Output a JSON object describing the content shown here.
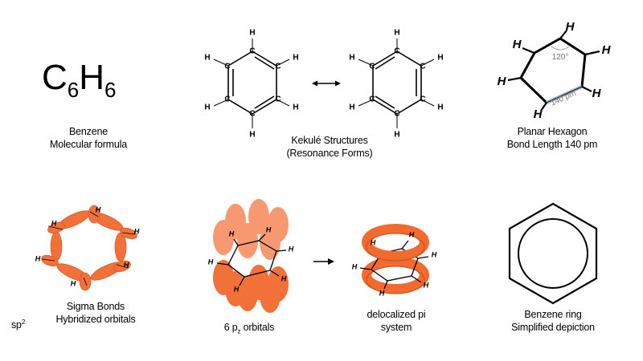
{
  "formula": {
    "c": "C",
    "c_sub": "6",
    "h": "H",
    "h_sub": "6"
  },
  "captions": {
    "benzene_line1": "Benzene",
    "benzene_line2": "Molecular formula",
    "kekule_line1": "Kekulé Structures",
    "kekule_line2": "(Resonance Forms)",
    "planar_line1": "Planar Hexagon",
    "planar_line2": "Bond Length 140 pm",
    "sigma_line1": "Sigma Bonds",
    "sigma_line2": "Hybridized orbitals",
    "sp2_label": "sp",
    "sp2_sup": "2",
    "porb_main": "6 p",
    "porb_sub": "z",
    "porb_rest": "orbitals",
    "deloc_line1": "delocalized pi",
    "deloc_line2": "system",
    "ring_line1": "Benzene ring",
    "ring_line2": "Simplified depiction"
  },
  "atoms": {
    "carbon": "C",
    "hydrogen": "H"
  },
  "planar": {
    "angle": "120°",
    "bond_length": "140 pm"
  },
  "colors": {
    "orbital": "#f26a2e",
    "orbital_light": "#f7936a",
    "bond": "#000000",
    "highlight_bond": "#9aa8c8"
  }
}
